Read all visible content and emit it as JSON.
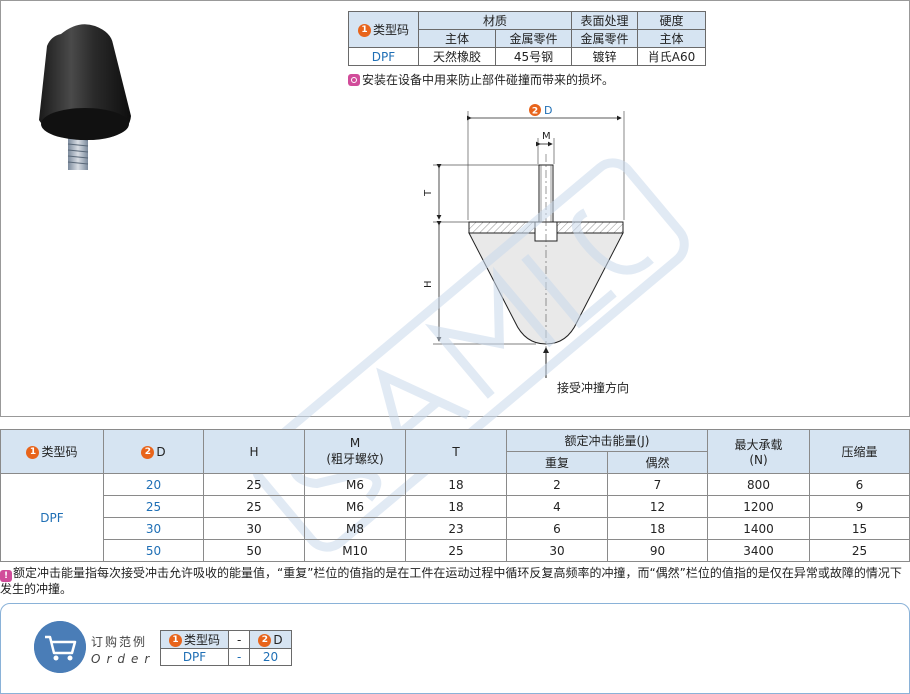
{
  "spec_table": {
    "type_code_label": "类型码",
    "type_code_num": "1",
    "material_label": "材质",
    "surface_label": "表面处理",
    "hardness_label": "硬度",
    "sub_body": "主体",
    "sub_metal": "金属零件",
    "sub_metal2": "金属零件",
    "sub_body2": "主体",
    "code": "DPF",
    "body_material": "天然橡胶",
    "metal_material": "45号钢",
    "surface": "镀锌",
    "hardness": "肖氏A60"
  },
  "note1": "安装在设备中用来防止部件碰撞而带来的损坏。",
  "drawing": {
    "d_label": "D",
    "d_num": "2",
    "m_label": "M",
    "t_label": "T",
    "h_label": "H",
    "direction_label": "接受冲撞方向"
  },
  "main_table": {
    "col_type": "类型码",
    "col_type_num": "1",
    "col_d": "D",
    "col_d_num": "2",
    "col_h": "H",
    "col_m": "M",
    "col_m_sub": "(粗牙螺纹)",
    "col_t": "T",
    "col_energy": "额定冲击能量(J)",
    "col_repeat": "重复",
    "col_occasional": "偶然",
    "col_load": "最大承载",
    "col_load_unit": "(N)",
    "col_compress": "压缩量",
    "type_value": "DPF",
    "rows": [
      {
        "d": "20",
        "h": "25",
        "m": "M6",
        "t": "18",
        "repeat": "2",
        "occ": "7",
        "load": "800",
        "comp": "6"
      },
      {
        "d": "25",
        "h": "25",
        "m": "M6",
        "t": "18",
        "repeat": "4",
        "occ": "12",
        "load": "1200",
        "comp": "9"
      },
      {
        "d": "30",
        "h": "30",
        "m": "M8",
        "t": "23",
        "repeat": "6",
        "occ": "18",
        "load": "1400",
        "comp": "15"
      },
      {
        "d": "50",
        "h": "50",
        "m": "M10",
        "t": "25",
        "repeat": "30",
        "occ": "90",
        "load": "3400",
        "comp": "25"
      }
    ]
  },
  "note2": "额定冲击能量指每次接受冲击允许吸收的能量值，“重复”栏位的值指的是在工件在运动过程中循环反复高频率的冲撞，而“偶然”栏位的值指的是仅在异常或故障的情况下发生的冲撞。",
  "order": {
    "title": "订购范例",
    "subtitle": "Order",
    "type_label": "类型码",
    "type_num": "1",
    "dash": "-",
    "d_label": "D",
    "d_num": "2",
    "code": "DPF",
    "d_value": "20"
  },
  "colors": {
    "header_bg": "#d6e4f2",
    "accent_orange": "#e8641b",
    "link_blue": "#1f6fb5",
    "icon_pink": "#d14c9a",
    "cart_blue": "#4a7db7"
  }
}
